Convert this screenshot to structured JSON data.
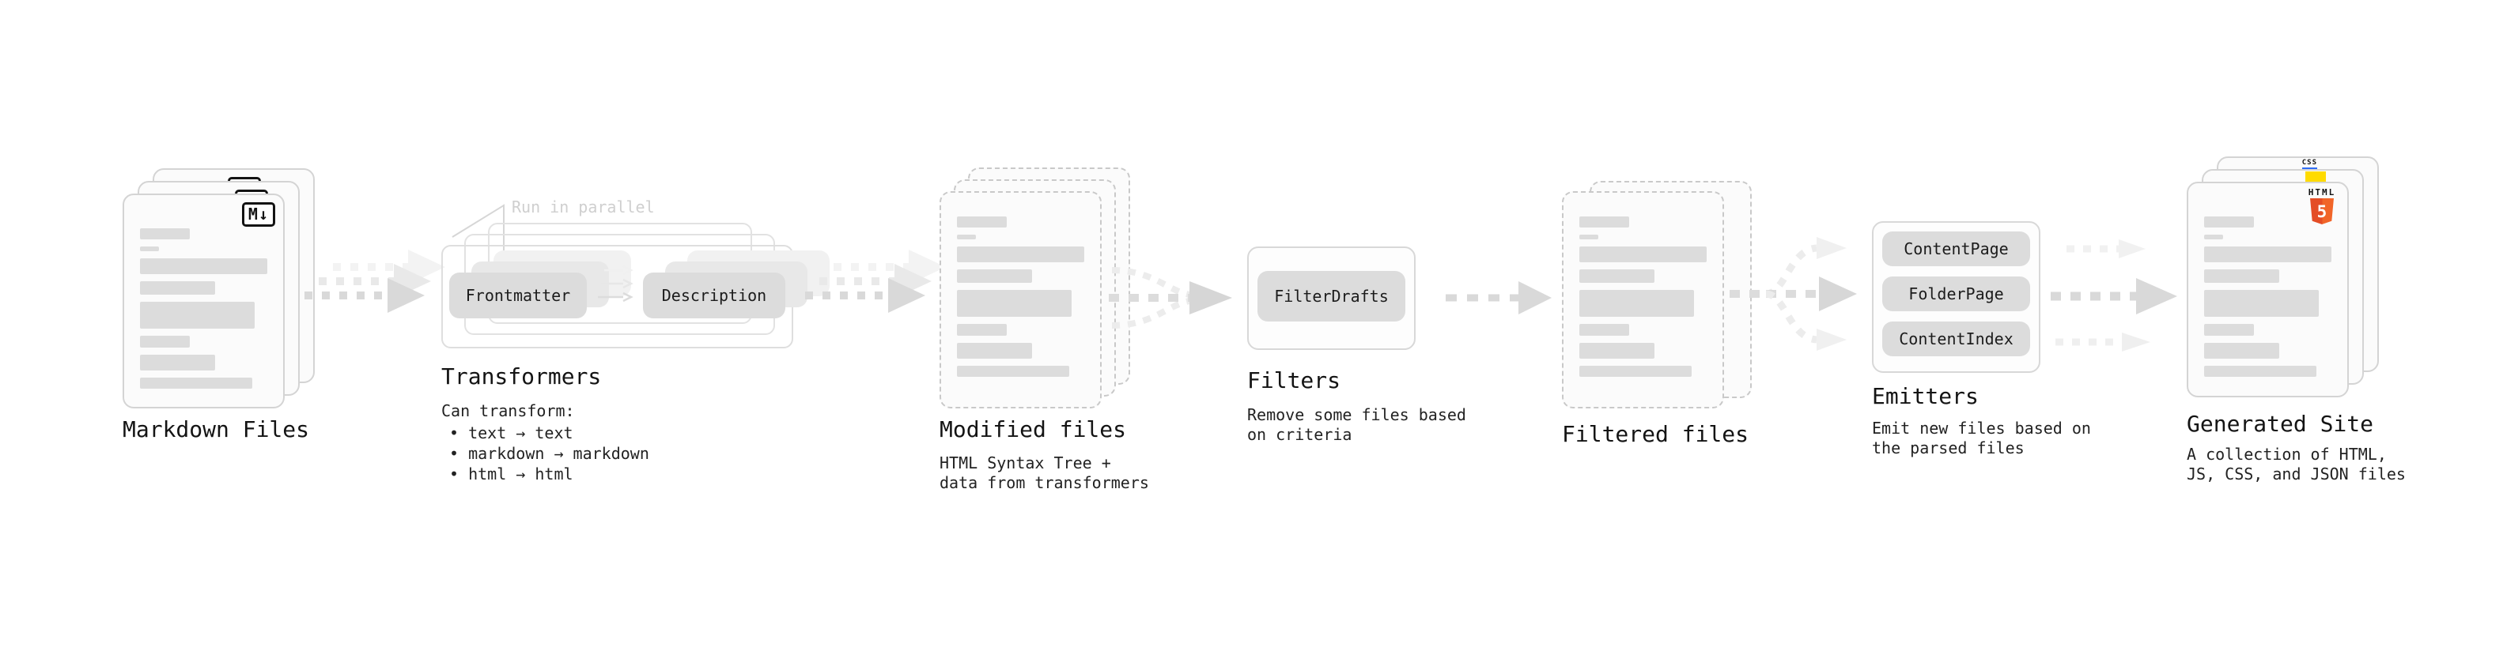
{
  "pipeline": {
    "markdown_files": {
      "title": "Markdown Files",
      "badge": "M↓"
    },
    "transformers": {
      "title": "Transformers",
      "parallel_note": "Run in parallel",
      "chips": [
        "Frontmatter",
        "Description"
      ],
      "desc_heading": "Can transform:",
      "bullets": [
        "• text → text",
        "• markdown → markdown",
        "• html → html"
      ]
    },
    "modified_files": {
      "title": "Modified files",
      "desc_lines": [
        "HTML Syntax Tree +",
        "data from transformers"
      ]
    },
    "filters": {
      "title": "Filters",
      "chips": [
        "FilterDrafts"
      ],
      "desc_lines": [
        "Remove some files based",
        "on criteria"
      ]
    },
    "filtered_files": {
      "title": "Filtered files"
    },
    "emitters": {
      "title": "Emitters",
      "chips": [
        "ContentPage",
        "FolderPage",
        "ContentIndex"
      ],
      "desc_lines": [
        "Emit new files based on",
        "the parsed files"
      ]
    },
    "generated_site": {
      "title": "Generated Site",
      "desc_lines": [
        "A collection of HTML,",
        "JS, CSS, and JSON files"
      ],
      "badges": {
        "html_word": "HTML",
        "html_number": "5",
        "css_word": "CSS"
      }
    }
  },
  "colors": {
    "card_border": "#d4d4d4",
    "dashed_border": "#c9c9c9",
    "bar_gray": "#dcdcdc",
    "arrow_gray": "#d9d9d9",
    "arrow_ghost": "#ececec",
    "note_gray": "#cfcfcf",
    "html5_orange": "#e44d26",
    "html5_orange_light": "#f16529",
    "js_yellow": "#ffdb00",
    "css_blue": "#2f6df6"
  },
  "decor": {
    "doc_bars": [
      {
        "w": 39,
        "h": 14
      },
      {
        "w": 15,
        "h": 6
      },
      {
        "w": 100,
        "h": 20
      },
      {
        "w": 59,
        "h": 17
      },
      {
        "w": 90,
        "h": 34
      },
      {
        "w": 39,
        "h": 15
      },
      {
        "w": 59,
        "h": 20
      },
      {
        "w": 88,
        "h": 14
      }
    ]
  }
}
